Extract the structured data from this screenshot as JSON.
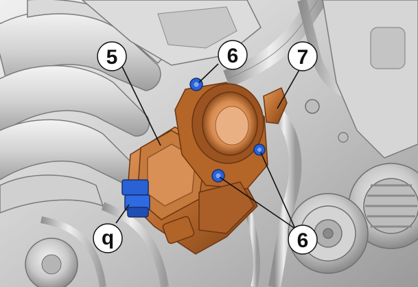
{
  "callouts": [
    {
      "id": "c5",
      "label": "5"
    },
    {
      "id": "c6a",
      "label": "6"
    },
    {
      "id": "c7",
      "label": "7"
    },
    {
      "id": "c6b",
      "label": "6"
    },
    {
      "id": "cq",
      "label": "q"
    }
  ],
  "parts": {
    "throttle_body": {
      "color": "#b86a2e",
      "highlight": "#e9a36a"
    },
    "connector": {
      "color": "#2a62d6"
    },
    "bolt": {
      "color": "#2a62d6"
    },
    "bracket": {
      "color": "#b86a2e"
    }
  },
  "palette": {
    "engine_light": "#e4e4e4",
    "engine_mid": "#b7b7b7",
    "engine_dark": "#8d8d8d",
    "outline": "#6f6f6f",
    "leader": "#111111",
    "circle_fill": "#ffffff"
  }
}
